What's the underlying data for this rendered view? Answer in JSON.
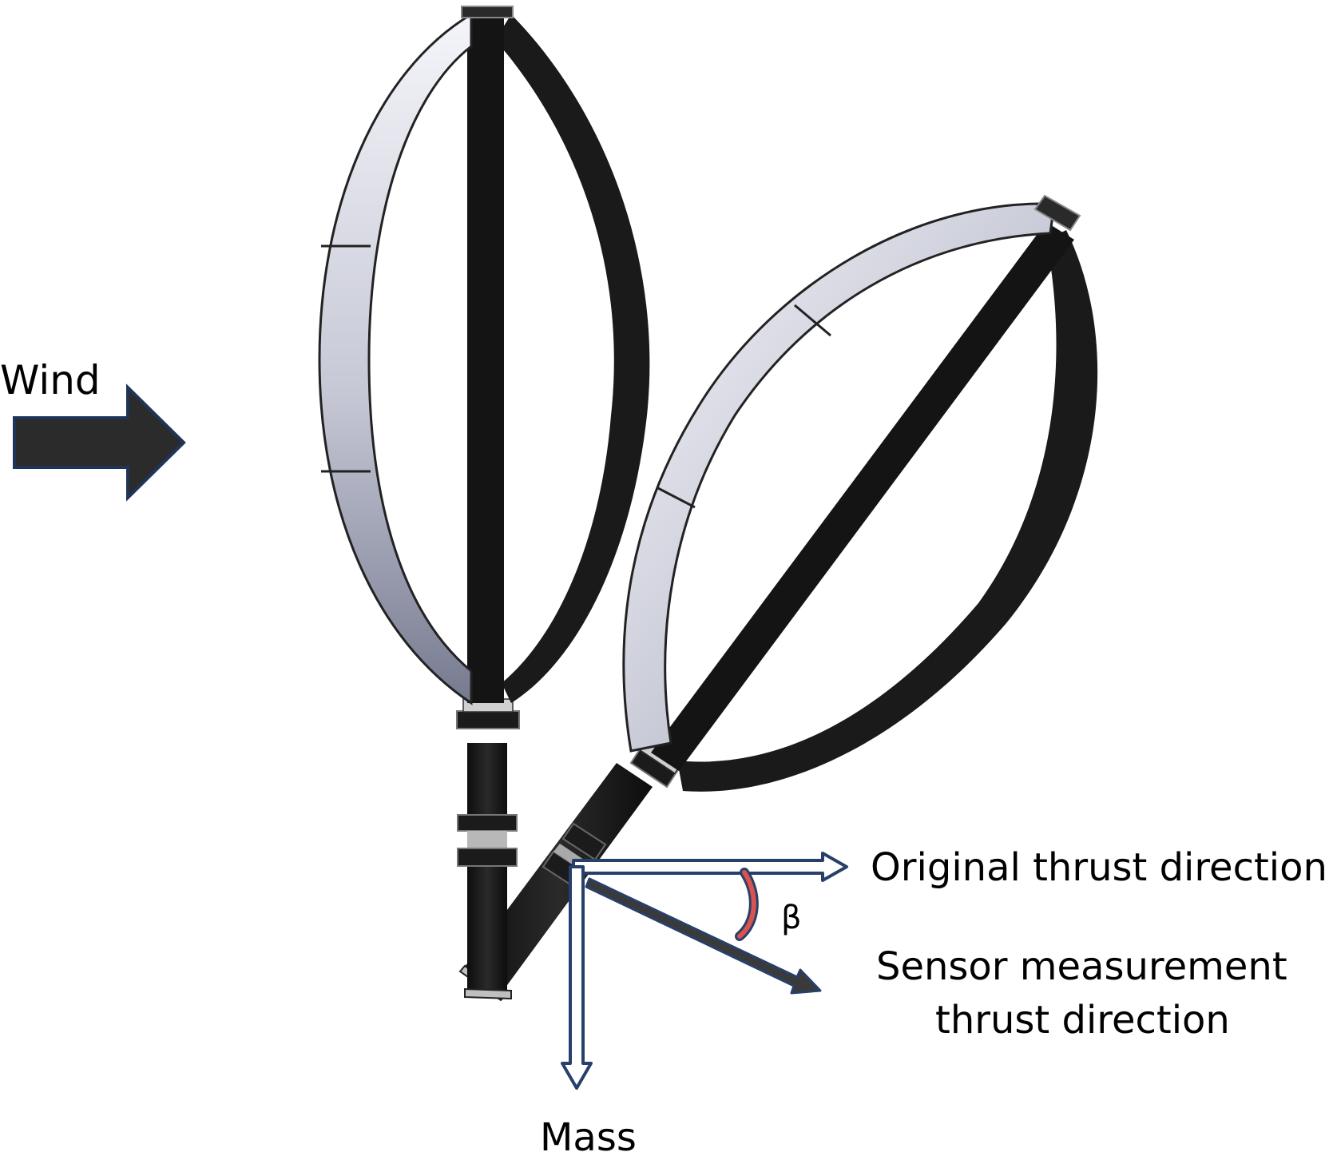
{
  "labels": {
    "wind": "Wind",
    "original_thrust": "Original thrust direction",
    "beta": "β",
    "sensor_line1": "Sensor measurement",
    "sensor_line2": "thrust direction",
    "mass": "Mass"
  },
  "colors": {
    "background": "#ffffff",
    "blade_dark": "#1a1a1a",
    "blade_light_top": "#f2f3f8",
    "blade_light_bottom": "#7c8096",
    "vector_arrow_fill": "#ffffff",
    "vector_arrow_outline": "#27406a",
    "wind_arrow_fill": "#2b2b2b",
    "wind_arrow_outline": "#1f3558",
    "beta_arc": "#d9534f"
  },
  "icons": {
    "wind_arrow": "right-arrow-icon",
    "original_thrust_arrow": "right-arrow-icon",
    "sensor_thrust_arrow": "diagonal-arrow-icon",
    "mass_arrow": "down-arrow-icon"
  }
}
